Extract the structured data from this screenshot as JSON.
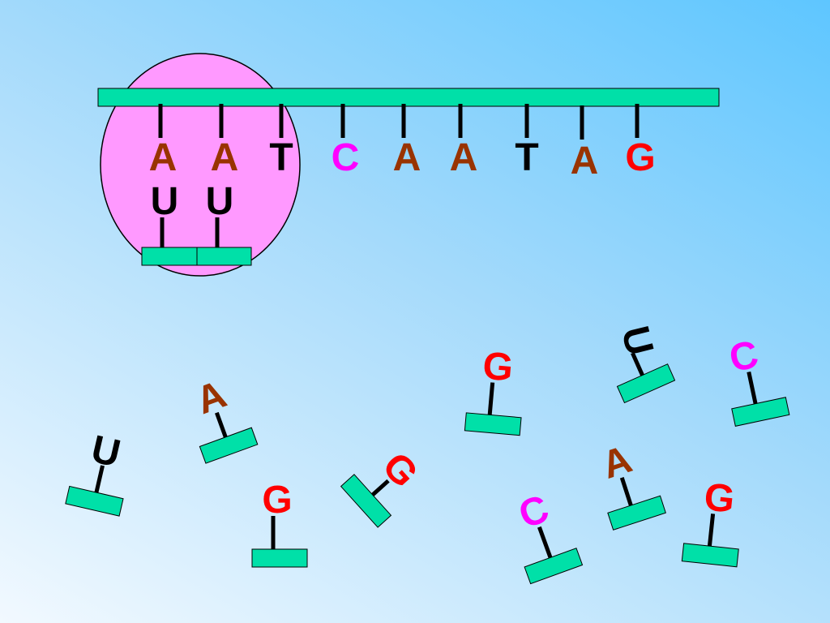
{
  "colors": {
    "background_light": "#f2f9ff",
    "background_dark": "#5ec6ff",
    "backbone": "#00e0a8",
    "ribosome_fill": "#ff99ff",
    "stroke": "#000000",
    "base_A": "#993300",
    "base_T": "#000000",
    "base_C": "#ff00ff",
    "base_G": "#ff0000",
    "base_U": "#000000"
  },
  "dna_strand": {
    "bases": [
      "A",
      "A",
      "T",
      "C",
      "A",
      "A",
      "T",
      "A",
      "G"
    ]
  },
  "ribosome": {
    "paired_bases": [
      "U",
      "U"
    ]
  },
  "free_nucleotides": [
    "U",
    "A",
    "G",
    "G",
    "G",
    "C",
    "U",
    "A",
    "C",
    "G"
  ]
}
